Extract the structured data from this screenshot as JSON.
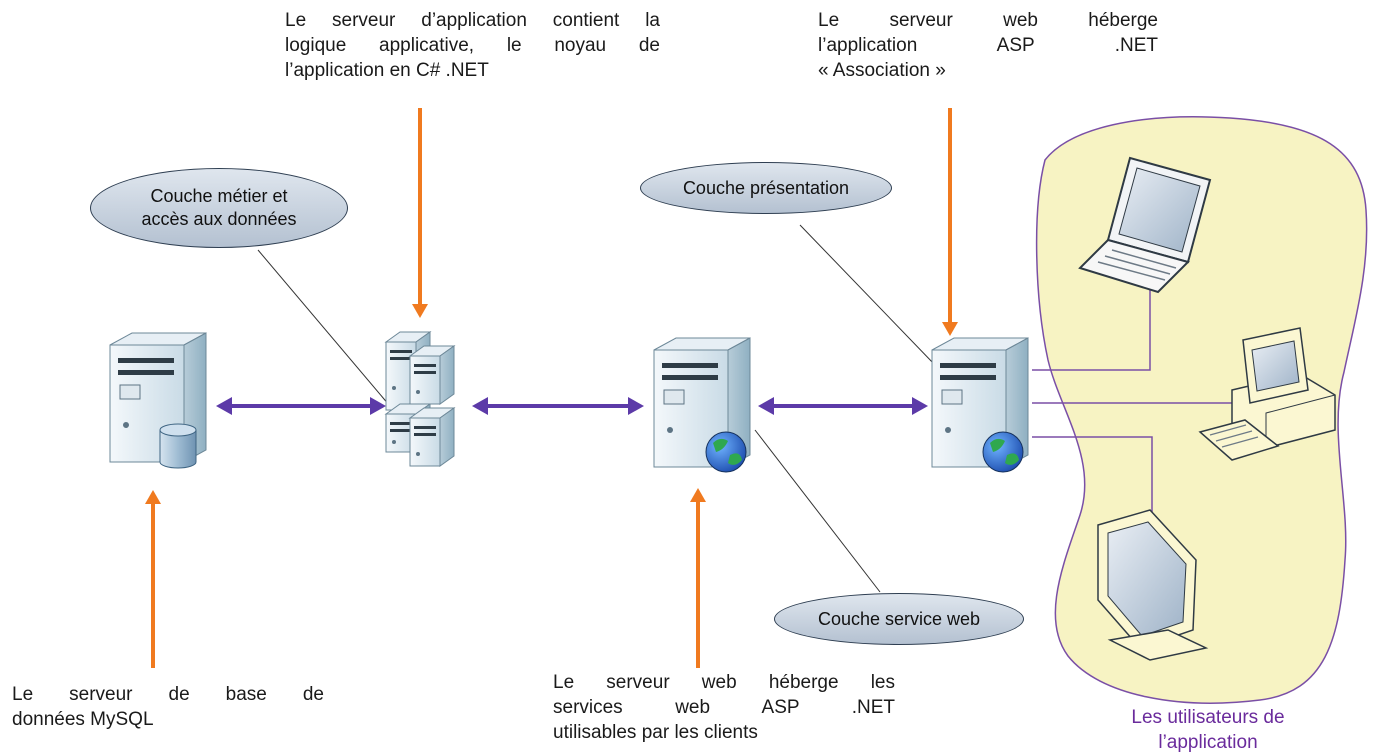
{
  "notes": {
    "app_server": [
      "Le serveur d’application contient la",
      "logique applicative, le noyau de",
      "l’application en C# .NET"
    ],
    "web_server_app": [
      "Le serveur web héberge",
      "l’application ASP .NET",
      "« Association »"
    ],
    "db_server": [
      "Le serveur de base de",
      "données MySQL"
    ],
    "web_services": [
      "Le serveur web héberge les",
      "services web ASP .NET",
      "utilisables par les clients"
    ]
  },
  "layers": {
    "business": [
      "Couche métier et",
      "accès aux données"
    ],
    "presentation": "Couche présentation",
    "web_service": "Couche service web"
  },
  "users_label": [
    "Les utilisateurs de",
    "l’application"
  ],
  "colors": {
    "orange_arrow": "#f07a1f",
    "purple_arrow": "#5c3aa8",
    "user_zone_fill": "#f7f3c3",
    "user_zone_stroke": "#7a4fa6",
    "users_text": "#6a2b9c"
  }
}
